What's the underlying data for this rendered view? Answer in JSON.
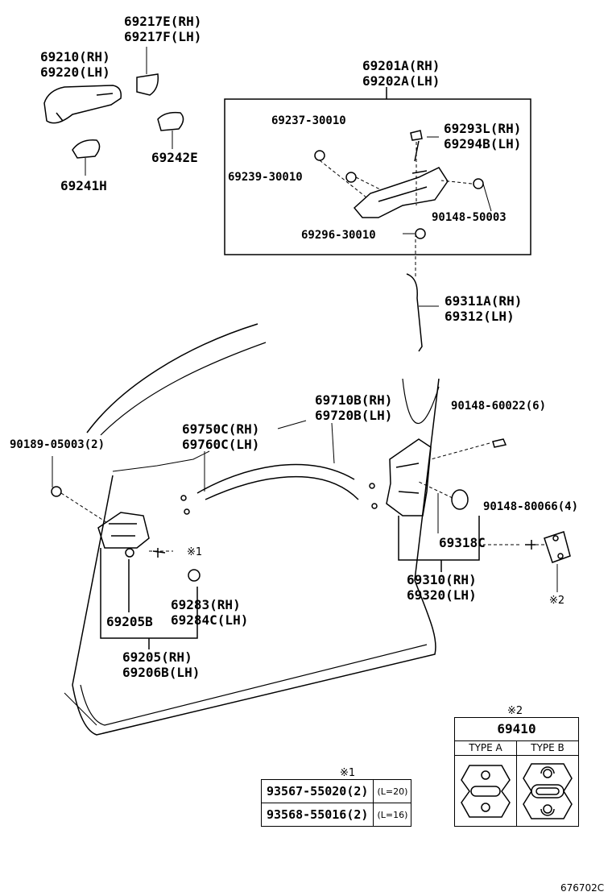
{
  "labels": {
    "p69217": "69217E(RH)\n69217F(LH)",
    "p69210": "69210(RH)\n69220(LH)",
    "p69242": "69242E",
    "p69241": "69241H",
    "p69201": "69201A(RH)\n69202A(LH)",
    "p69237": "69237-30010",
    "p69293": "69293L(RH)\n69294B(LH)",
    "p69239": "69239-30010",
    "p90148a": "90148-50003",
    "p69296": "69296-30010",
    "p69311": "69311A(RH)\n69312(LH)",
    "p69710": "69710B(RH)\n69720B(LH)",
    "p69750": "69750C(RH)\n69760C(LH)",
    "p90189": "90189-05003(2)",
    "p90148b": "90148-60022(6)",
    "p90148c": "90148-80066(4)",
    "p69318": "69318C",
    "p69310": "69310(RH)\n69320(LH)",
    "p69283": "69283(RH)\n69284C(LH)",
    "p69205b": "69205B",
    "p69205": "69205(RH)\n69206B(LH)",
    "note1_mark": "※1",
    "note2_mark": "※2",
    "note2_box_mark": "※2",
    "note1_table_mark": "※1",
    "figure_code": "676702C"
  },
  "note1_table": [
    {
      "part": "93567-55020(2)",
      "len": "(L=20)"
    },
    {
      "part": "93568-55016(2)",
      "len": "(L=16)"
    }
  ],
  "striker_box": {
    "part": "69410",
    "type_a": "TYPE A",
    "type_b": "TYPE B"
  }
}
